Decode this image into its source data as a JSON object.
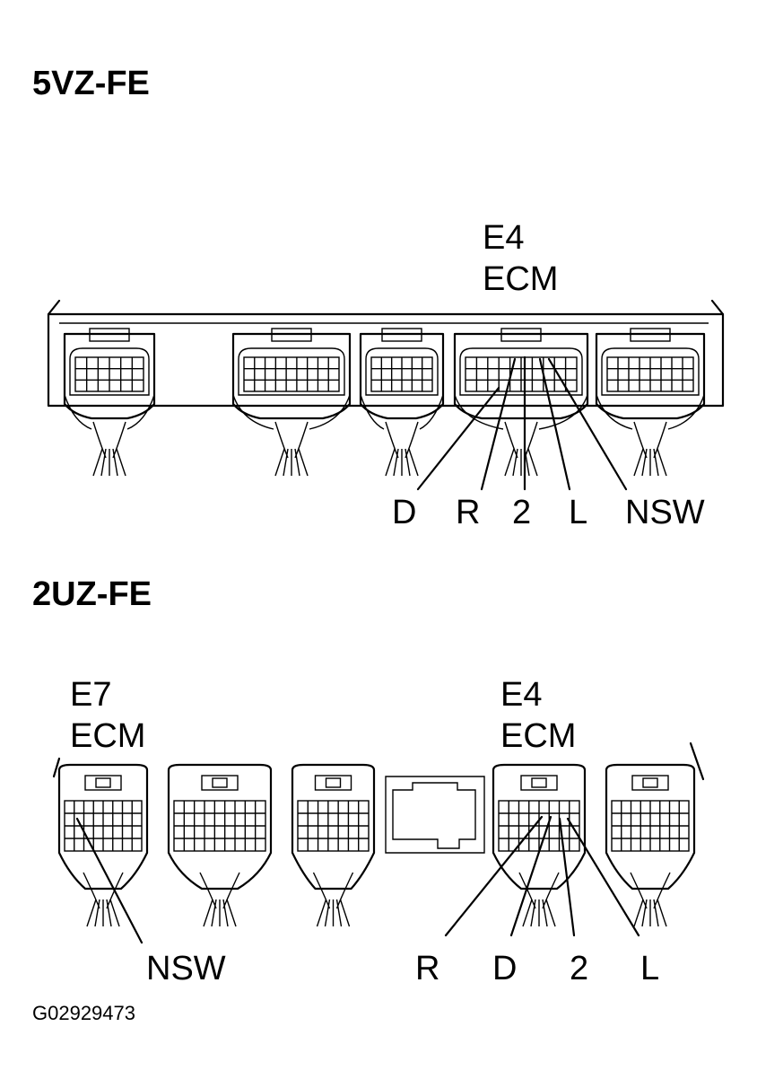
{
  "diagram": {
    "engine_5vz": {
      "title": "5VZ-FE",
      "connector_code": "E4",
      "connector_name": "ECM",
      "terminals": [
        "D",
        "R",
        "2",
        "L",
        "NSW"
      ]
    },
    "engine_2uz": {
      "title": "2UZ-FE",
      "left_connector_code": "E7",
      "left_connector_name": "ECM",
      "left_terminals": [
        "NSW"
      ],
      "right_connector_code": "E4",
      "right_connector_name": "ECM",
      "right_terminals": [
        "R",
        "D",
        "2",
        "L"
      ]
    },
    "figure_id": "G02929473"
  }
}
